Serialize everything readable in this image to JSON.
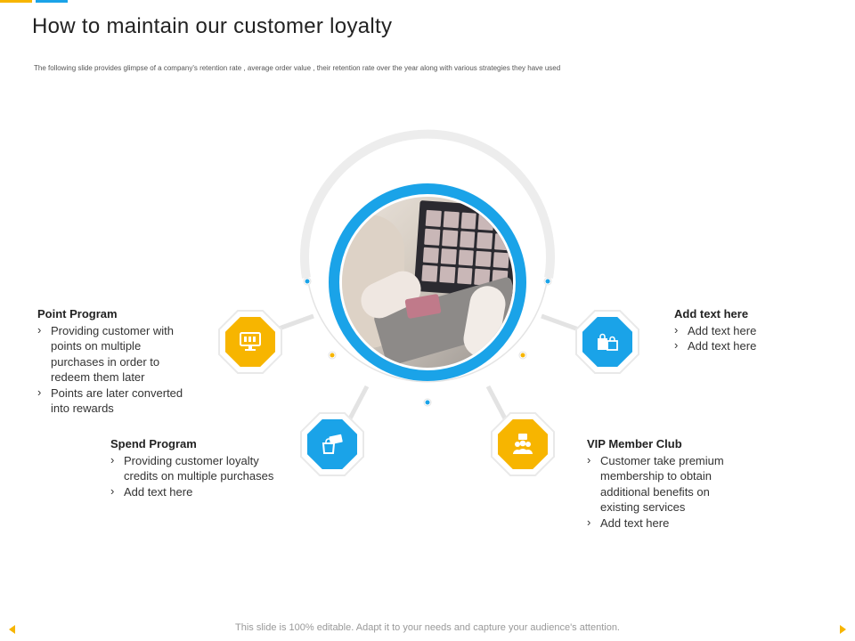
{
  "title": "How to maintain our customer loyalty",
  "subtitle": "The following slide provides glimpse of a company's retention rate , average order value , their retention rate over the year along with various strategies they have used",
  "items": [
    {
      "heading": "Point Program",
      "icon": "monitor-icon",
      "bullets": [
        "Providing customer with points on multiple purchases in order to redeem them later",
        "Points are later converted into rewards"
      ]
    },
    {
      "heading": "Spend Program",
      "icon": "shopping-bag-card-icon",
      "bullets": [
        "Providing customer loyalty credits on multiple purchases",
        "Add text here"
      ]
    },
    {
      "heading": "VIP Member Club",
      "icon": "member-group-icon",
      "bullets": [
        "Customer take premium membership to obtain additional benefits on existing services",
        "Add text here"
      ]
    },
    {
      "heading": "Add text here",
      "icon": "shopping-bags-icon",
      "bullets": [
        "Add text here",
        "Add text here"
      ]
    }
  ],
  "footer": "This slide is 100% editable. Adapt it to your needs and capture your audience's attention.",
  "colors": {
    "accent_yellow": "#f7b500",
    "accent_blue": "#1aa3e8",
    "ring_gray": "#ededed"
  }
}
